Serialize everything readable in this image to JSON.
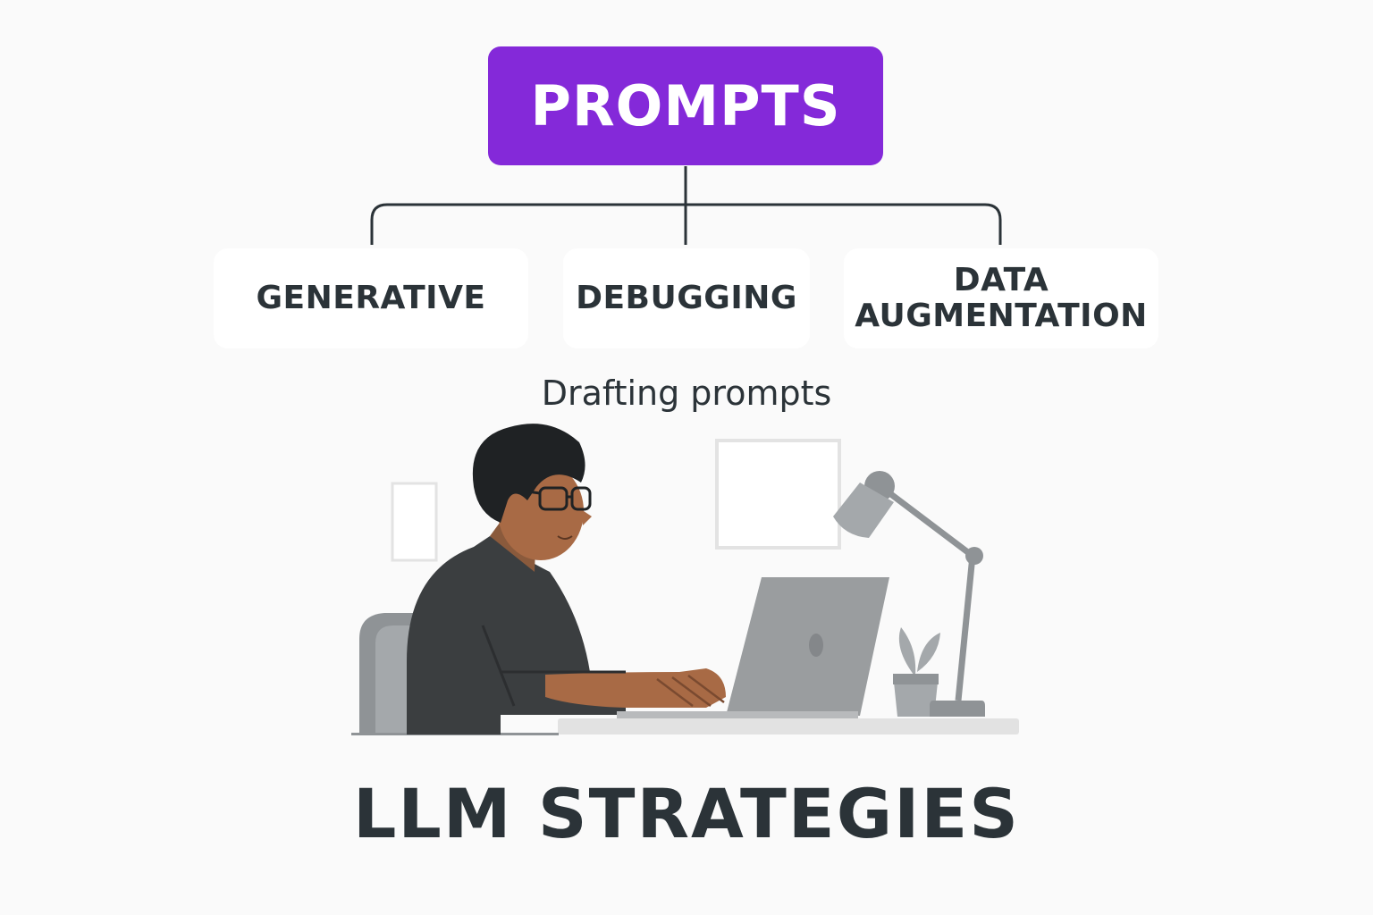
{
  "diagram": {
    "root": {
      "label": "PROMPTS",
      "color": "#8429d9"
    },
    "branches": [
      {
        "label": "GENERATIVE"
      },
      {
        "label": "DEBUGGING"
      },
      {
        "label": "DATA\nAUGMENTATION"
      }
    ],
    "caption": "Drafting prompts",
    "footer_title": "LLM STRATEGIES"
  },
  "illustration": {
    "subject": "person-at-laptop-icon",
    "items": [
      "glasses-icon",
      "laptop-icon",
      "desk-lamp-icon",
      "potted-plant-icon",
      "chair-icon",
      "wall-frame-icon"
    ]
  }
}
